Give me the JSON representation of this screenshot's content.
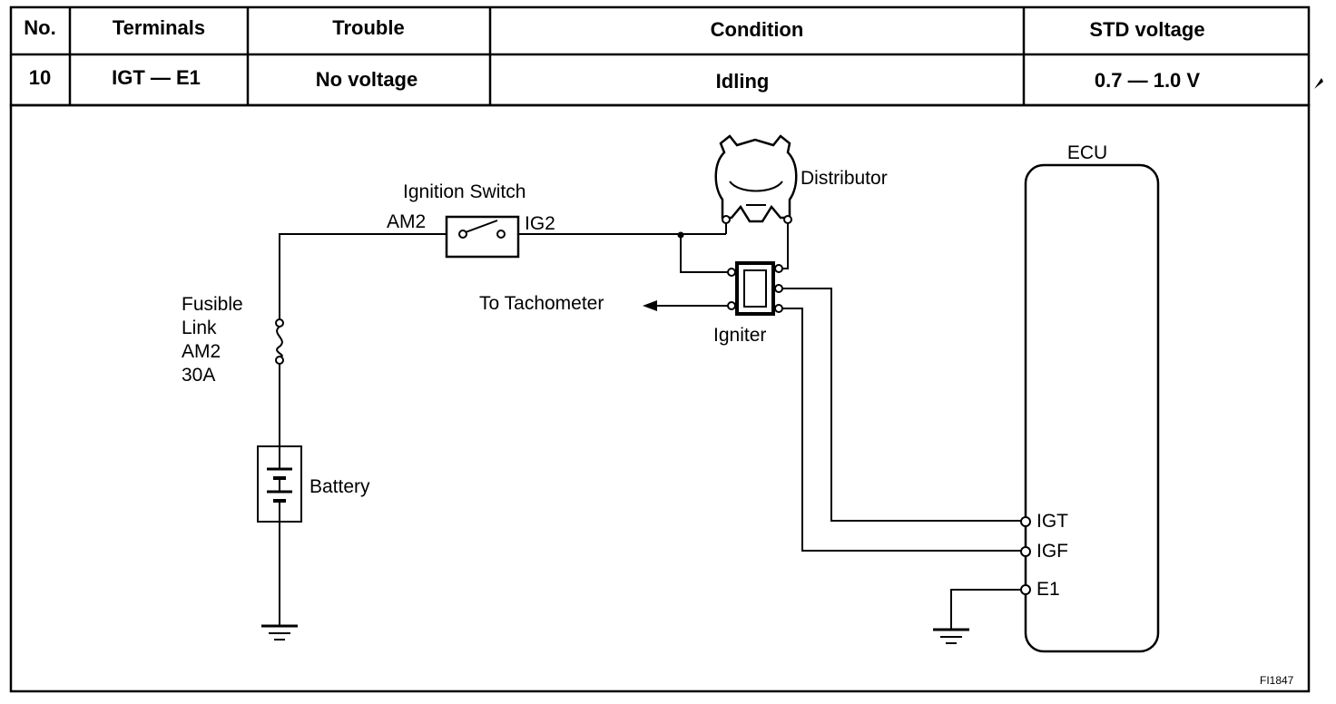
{
  "table": {
    "headers": {
      "no": "No.",
      "terminals": "Terminals",
      "trouble": "Trouble",
      "condition": "Condition",
      "std_voltage": "STD voltage"
    },
    "row": {
      "no": "10",
      "terminals": "IGT — E1",
      "trouble": "No voltage",
      "condition": "Idling",
      "std_voltage": "0.7 — 1.0 V"
    }
  },
  "diagram": {
    "ecu": "ECU",
    "distributor": "Distributor",
    "ignition_switch": "Ignition Switch",
    "am2_terminal": "AM2",
    "ig2_terminal": "IG2",
    "tachometer": "To Tachometer",
    "igniter": "Igniter",
    "fusible_link": [
      "Fusible",
      "Link",
      "AM2",
      "30A"
    ],
    "battery": "Battery",
    "igt": "IGT",
    "igf": "IGF",
    "e1": "E1",
    "figure_code": "FI1847"
  }
}
